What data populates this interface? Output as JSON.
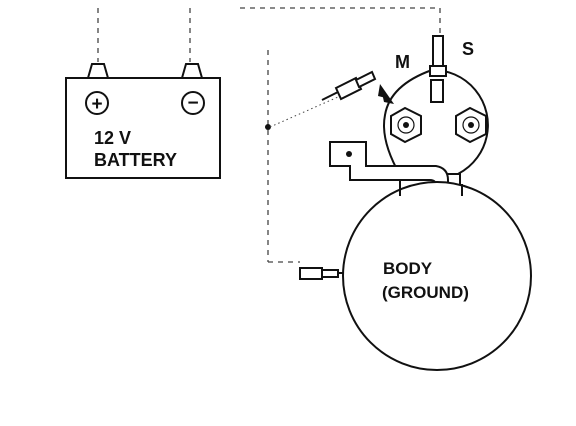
{
  "battery": {
    "plus_symbol": "+",
    "minus_symbol": "−",
    "label_line1": "12 V",
    "label_line2": "BATTERY"
  },
  "solenoid": {
    "terminal_m_label": "M",
    "terminal_s_label": "S"
  },
  "starter": {
    "body_label_line1": "BODY",
    "body_label_line2": "(GROUND)"
  }
}
